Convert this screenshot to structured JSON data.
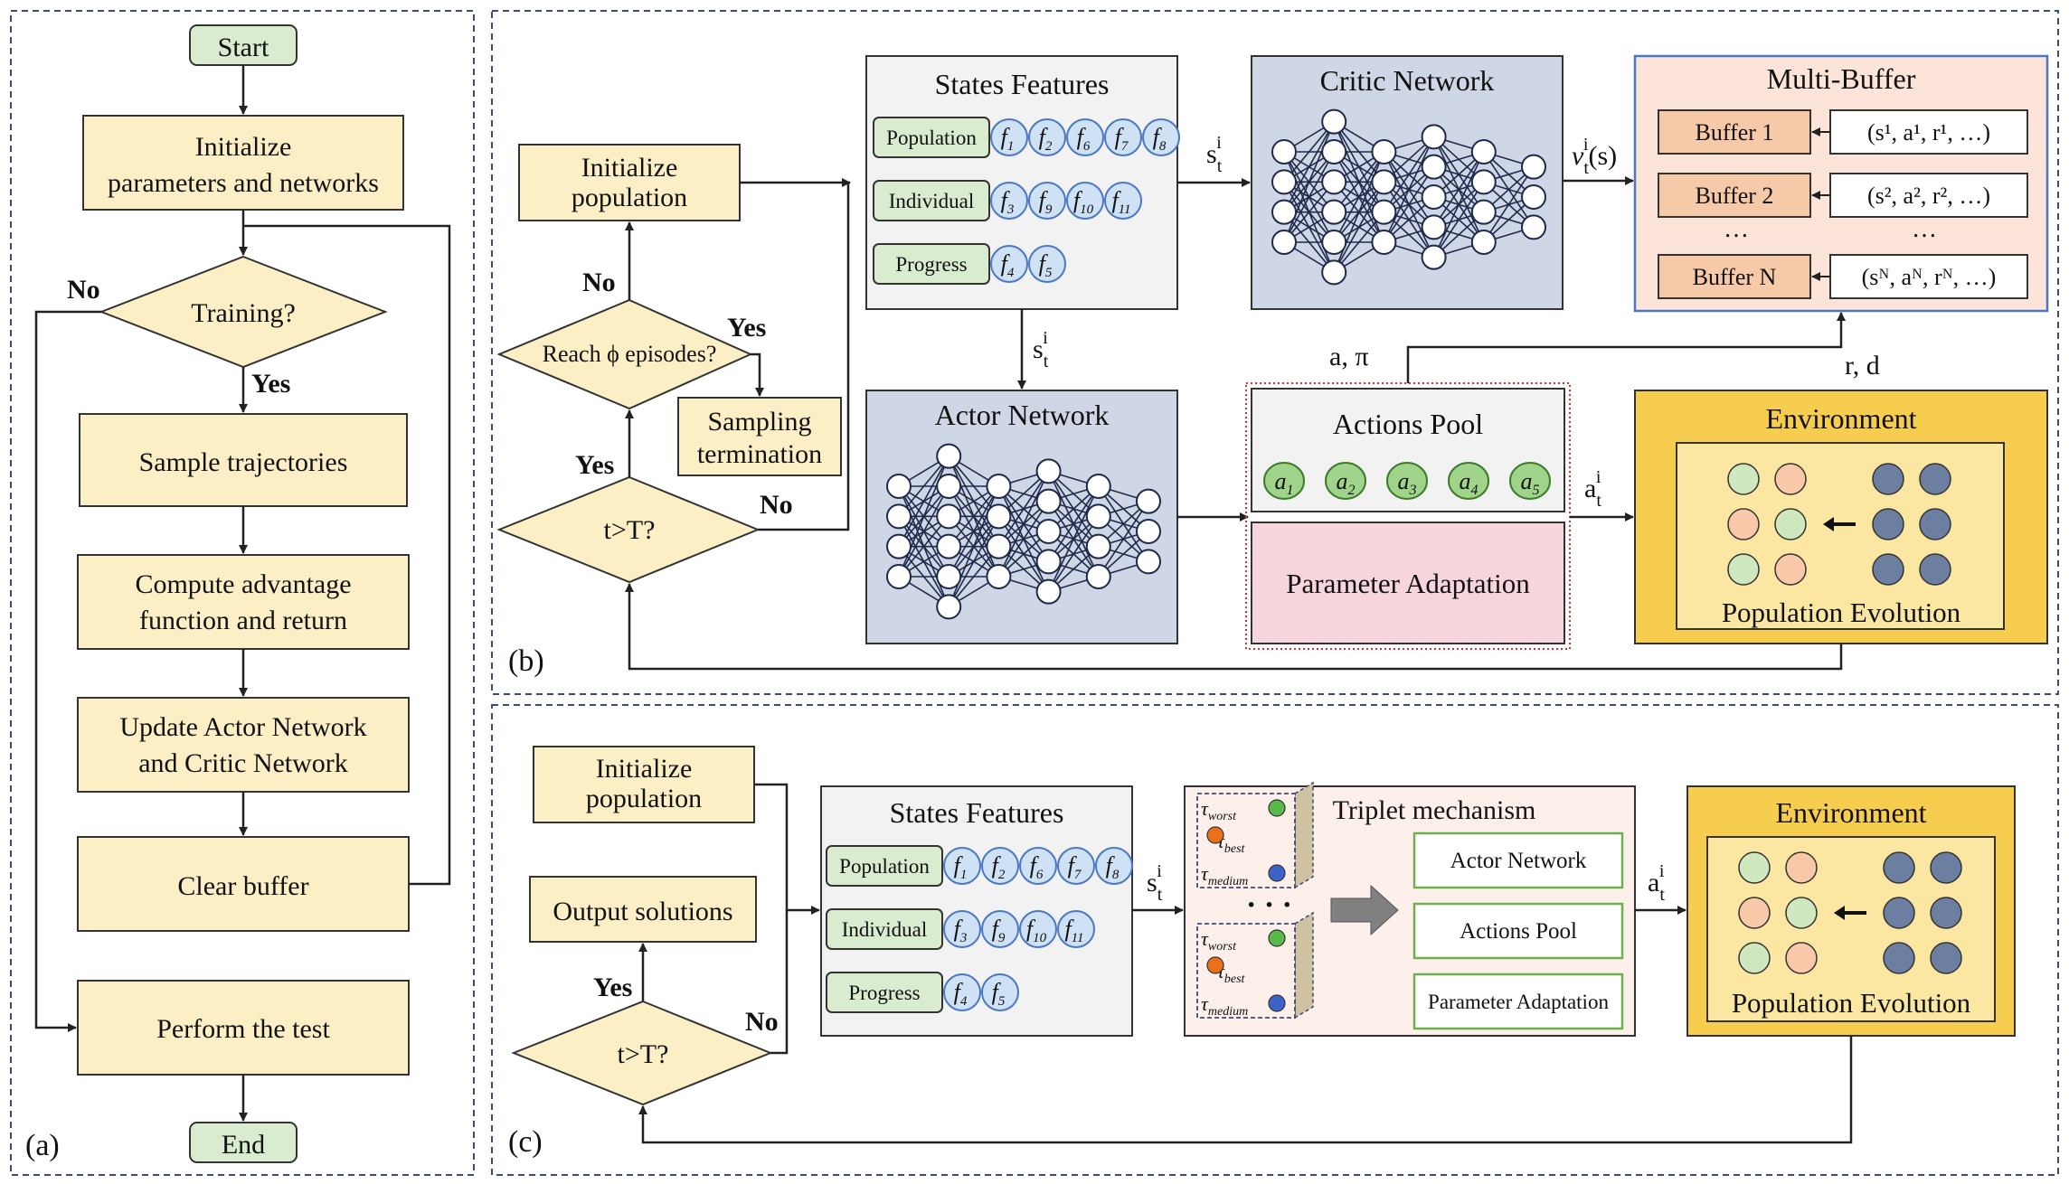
{
  "panel_a": {
    "label": "(a)",
    "start": "Start",
    "init": [
      "Initialize",
      "parameters and networks"
    ],
    "training": "Training?",
    "no": "No",
    "yes": "Yes",
    "sample": "Sample trajectories",
    "compute": [
      "Compute advantage",
      "function and return"
    ],
    "update": [
      "Update Actor Network",
      "and Critic Network"
    ],
    "clear": "Clear buffer",
    "test": "Perform the test",
    "end": "End"
  },
  "panel_b": {
    "label": "(b)",
    "init_pop": [
      "Initialize",
      "population"
    ],
    "reach": "Reach ϕ episodes?",
    "reach_no": "No",
    "reach_yes": "Yes",
    "sampling_term": [
      "Sampling",
      "termination"
    ],
    "tgt": "t>T?",
    "tgt_yes": "Yes",
    "tgt_no": "No",
    "states_title": "States Features",
    "feature_rows": [
      {
        "name": "Population",
        "features": [
          [
            "f",
            "1"
          ],
          [
            "f",
            "2"
          ],
          [
            "f",
            "6"
          ],
          [
            "f",
            "7"
          ],
          [
            "f",
            "8"
          ]
        ]
      },
      {
        "name": "Individual",
        "features": [
          [
            "f",
            "3"
          ],
          [
            "f",
            "9"
          ],
          [
            "f",
            "10"
          ],
          [
            "f",
            "11"
          ]
        ]
      },
      {
        "name": "Progress",
        "features": [
          [
            "f",
            "4"
          ],
          [
            "f",
            "5"
          ]
        ]
      }
    ],
    "critic_title": "Critic Network",
    "actor_title": "Actor Network",
    "multibuffer_title": "Multi-Buffer",
    "buffers": [
      {
        "name": "Buffer 1",
        "tuple": "(s¹, a¹, r¹, …)"
      },
      {
        "name": "Buffer 2",
        "tuple": "(s², a², r², …)"
      },
      {
        "name": "Buffer N",
        "tuple": "(sᴺ, aᴺ, rᴺ, …)"
      }
    ],
    "dots": "…",
    "actions_title": "Actions Pool",
    "actions": [
      "a1",
      "a2",
      "a3",
      "a4",
      "a5"
    ],
    "param_adapt": "Parameter Adaptation",
    "env_title": "Environment",
    "env_caption": "Population Evolution",
    "lbl_st_right": "s",
    "lbl_st_down": "s",
    "lbl_v": "v",
    "lbl_v_suffix": "(s)",
    "lbl_a_pi": "a, π",
    "lbl_r_d": "r, d",
    "lbl_a_env": "a"
  },
  "panel_c": {
    "label": "(c)",
    "init_pop": [
      "Initialize",
      "population"
    ],
    "output": "Output solutions",
    "tgt": "t>T?",
    "yes": "Yes",
    "no": "No",
    "states_title": "States Features",
    "feature_rows": [
      {
        "name": "Population",
        "features": [
          [
            "f",
            "1"
          ],
          [
            "f",
            "2"
          ],
          [
            "f",
            "6"
          ],
          [
            "f",
            "7"
          ],
          [
            "f",
            "8"
          ]
        ]
      },
      {
        "name": "Individual",
        "features": [
          [
            "f",
            "3"
          ],
          [
            "f",
            "9"
          ],
          [
            "f",
            "10"
          ],
          [
            "f",
            "11"
          ]
        ]
      },
      {
        "name": "Progress",
        "features": [
          [
            "f",
            "4"
          ],
          [
            "f",
            "5"
          ]
        ]
      }
    ],
    "triplet_title": "Triplet mechanism",
    "triplet_items": [
      "Actor Network",
      "Actions Pool",
      "Parameter Adaptation"
    ],
    "tau_worst": "worst",
    "tau_best": "best",
    "tau_medium": "medium",
    "env_title": "Environment",
    "env_caption": "Population Evolution",
    "lbl_st": "s",
    "lbl_a": "a"
  },
  "colors": {
    "green_fill": "#d9ecd0",
    "green_stroke": "#7fae6a",
    "yellow_fill": "#fcefc6",
    "box_stroke": "#333333",
    "net_fill": "#cfd6e6",
    "buffer_fill": "#f6c9a8",
    "multibuffer_fill": "#fce5d8",
    "env_fill": "#f7cd4f",
    "param_fill": "#f7d5dc",
    "feature_blue": "#cfe1f5",
    "dashed": "#3a4a7a"
  }
}
